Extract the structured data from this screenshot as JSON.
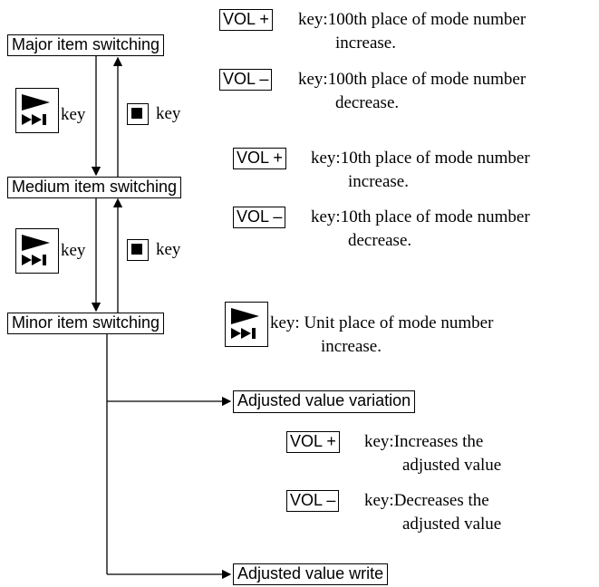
{
  "diagram": {
    "nodes": {
      "major": "Major item switching",
      "medium": "Medium item switching",
      "minor": "Minor item switching",
      "adjusted_variation": "Adjusted value variation",
      "adjusted_write": "Adjusted value write"
    },
    "key_word": "key",
    "vol_plus": "VOL +",
    "vol_minus": "VOL –",
    "play_icon": "play-skip-forward-icon",
    "stop_icon": "stop-square-icon",
    "major_group": {
      "plus_desc": "key:100th place of mode number",
      "plus_desc2": "increase.",
      "minus_desc": "key:100th place of mode number",
      "minus_desc2": "decrease."
    },
    "medium_group": {
      "plus_desc": "key:10th place of mode number",
      "plus_desc2": "increase.",
      "minus_desc": "key:10th place of mode number",
      "minus_desc2": "decrease."
    },
    "minor_group": {
      "desc": "key: Unit place of mode number",
      "desc2": "increase."
    },
    "variation_group": {
      "plus_desc": "key:Increases the",
      "plus_desc2": "adjusted value",
      "minus_desc": "key:Decreases the",
      "minus_desc2": "adjusted value"
    }
  }
}
